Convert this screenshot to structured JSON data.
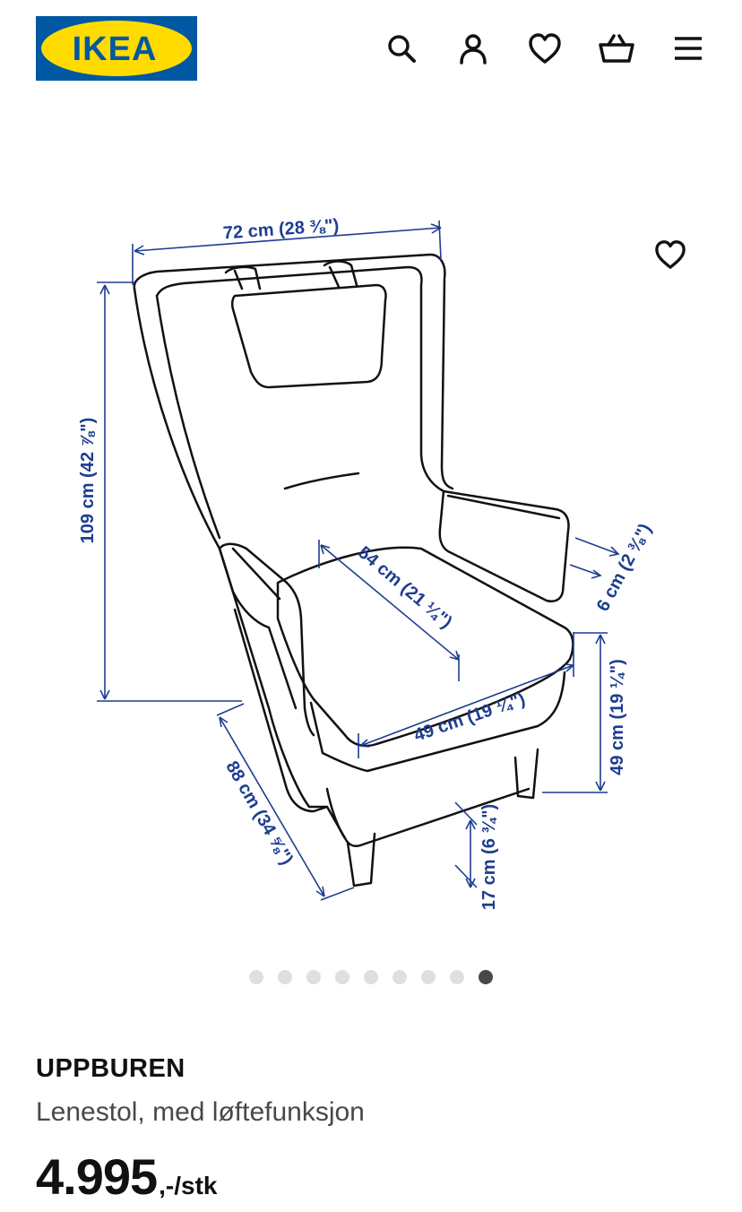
{
  "header": {
    "brand": "IKEA",
    "icons": [
      "search-icon",
      "user-icon",
      "heart-icon",
      "basket-icon",
      "menu-icon"
    ]
  },
  "gallery": {
    "dimensions": {
      "width": "72 cm (28 ⅜\")",
      "height": "109 cm (42 ⅞\")",
      "seat_depth": "54 cm (21 ¼\")",
      "armrest_height": "6 cm (2 ⅜\")",
      "seat_width": "49 cm (19 ¼\")",
      "seat_height": "49 cm (19 ¼\")",
      "depth": "88 cm (34 ⅝\")",
      "leg_height": "17 cm (6 ¾\")"
    },
    "dots_total": 9,
    "active_dot": 9
  },
  "product": {
    "name": "UPPBUREN",
    "description": "Lenestol, med løftefunksjon",
    "price": "4.995",
    "price_suffix": ",-/stk"
  },
  "colors": {
    "ikea_blue": "#0058a3",
    "ikea_yellow": "#ffdb00",
    "dimension_blue": "#1d3d8f"
  }
}
